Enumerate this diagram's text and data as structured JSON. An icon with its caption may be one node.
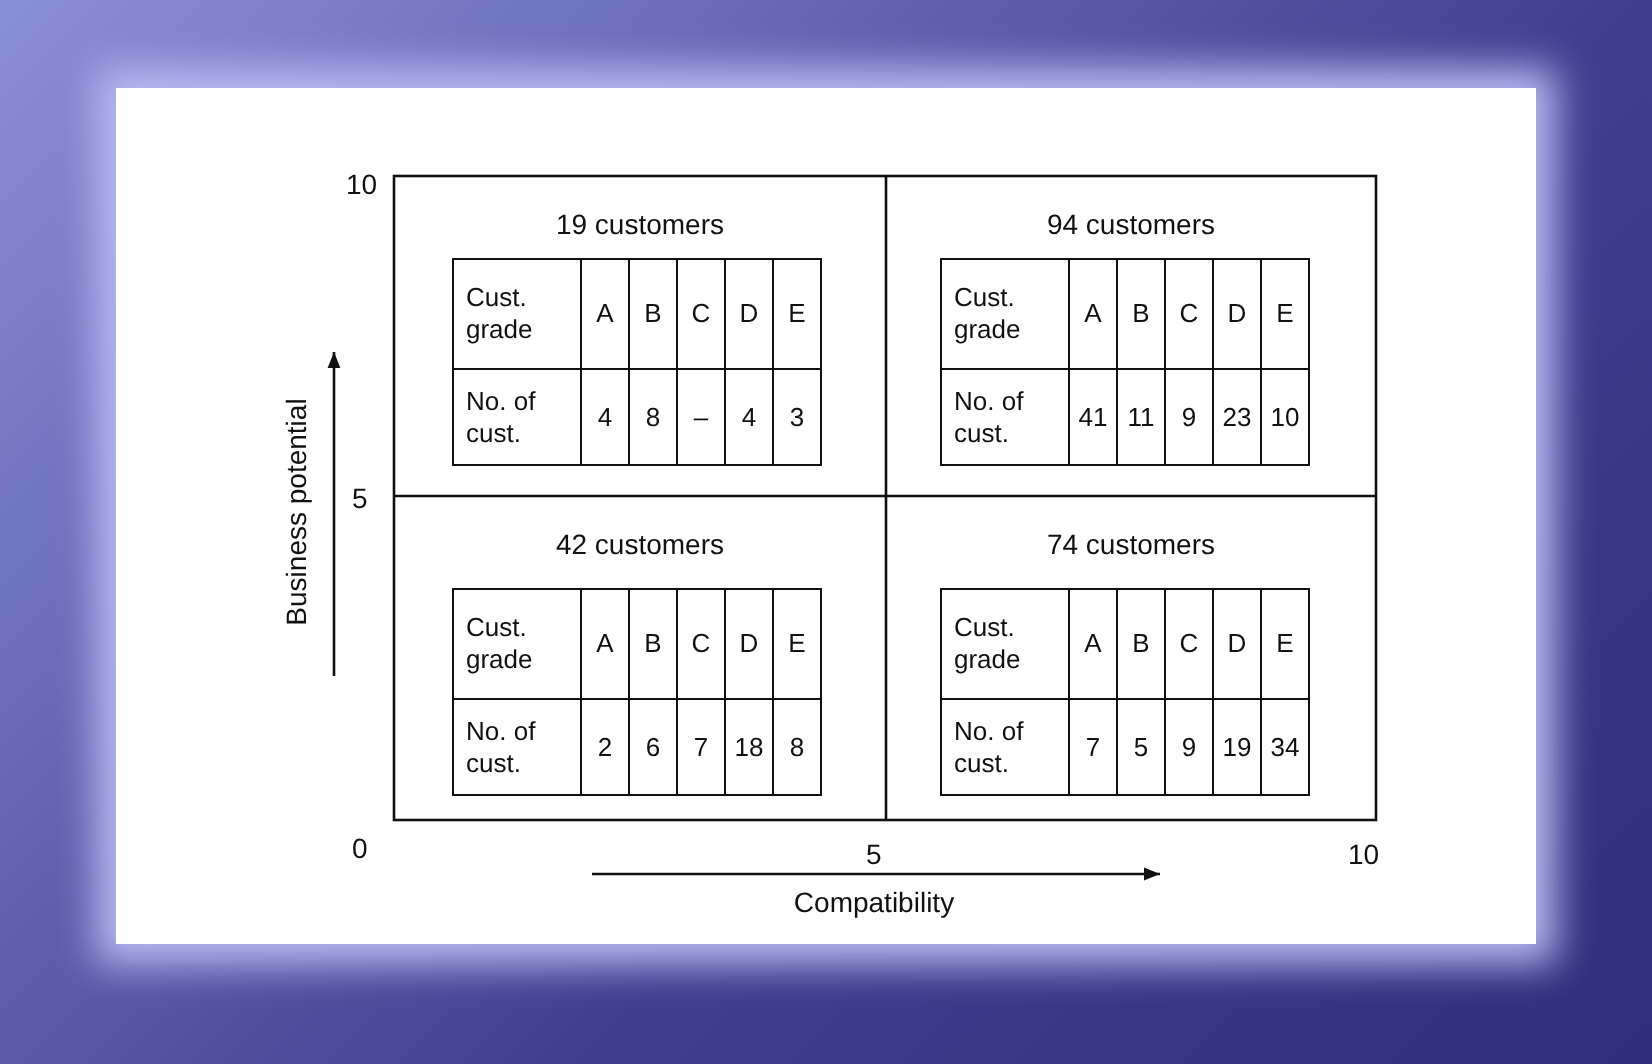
{
  "diagram": {
    "nodes": [
      {
        "text": [
          "19 customers"
        ]
      },
      {
        "text": [
          "94 customers"
        ]
      },
      {
        "text": [
          "42 customers"
        ]
      },
      {
        "text": [
          "74 customers"
        ]
      }
    ],
    "edges": [],
    "labels": [
      "Cust. grade",
      "A",
      "B",
      "C",
      "D",
      "E",
      "No. of cust.",
      "4",
      "8",
      "–",
      "4",
      "3",
      "Cust. grade",
      "A",
      "B",
      "C",
      "D",
      "E",
      "No. of cust.",
      "41",
      "11",
      "9",
      "23",
      "10",
      "Cust. grade",
      "A",
      "B",
      "C",
      "D",
      "E",
      "No. of cust.",
      "2",
      "6",
      "7",
      "18",
      "8",
      "Cust. grade",
      "A",
      "B",
      "C",
      "D",
      "E",
      "No. of cust.",
      "7",
      "5",
      "9",
      "19",
      "34",
      "10",
      "5",
      "0",
      "5",
      "10",
      "Business potential",
      "Compatibility"
    ]
  }
}
